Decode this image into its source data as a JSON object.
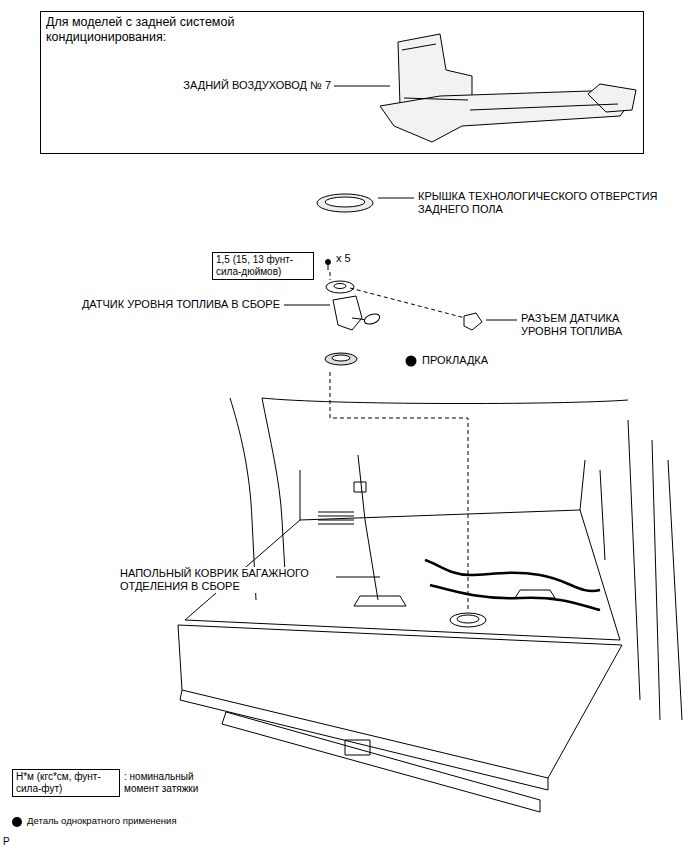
{
  "diagram": {
    "nodes": [
      {
        "text": [
          "Для моделей с задней системой кондиционирования:",
          "ЗАДНИЙ ВОЗДУХОВОД № 7"
        ]
      },
      {
        "text": [
          "1,5 (15, 13 фунт-сила-дюймов)"
        ]
      },
      {
        "text": [
          "Н*м (кгс*см, фунт-сила-фут)"
        ]
      }
    ],
    "labels": [
      "КРЫШКА ТЕХНОЛОГИЧЕСКОГО ОТВЕРСТИЯ ЗАДНЕГО ПОЛА",
      "x 5",
      "ДАТЧИК УРОВНЯ ТОПЛИВА В СБОРЕ",
      "РАЗЪЕМ ДАТЧИКА УРОВНЯ ТОПЛИВА",
      "ПРОКЛАДКА",
      "НАПОЛЬНЫЙ КОВРИК БАГАЖНОГО ОТДЕЛЕНИЯ В СБОРЕ",
      "P"
    ],
    "legend": [
      {
        "text": ": номинальный момент затяжки"
      },
      {
        "text": "Деталь однократного применения",
        "color": "#000000"
      }
    ]
  }
}
